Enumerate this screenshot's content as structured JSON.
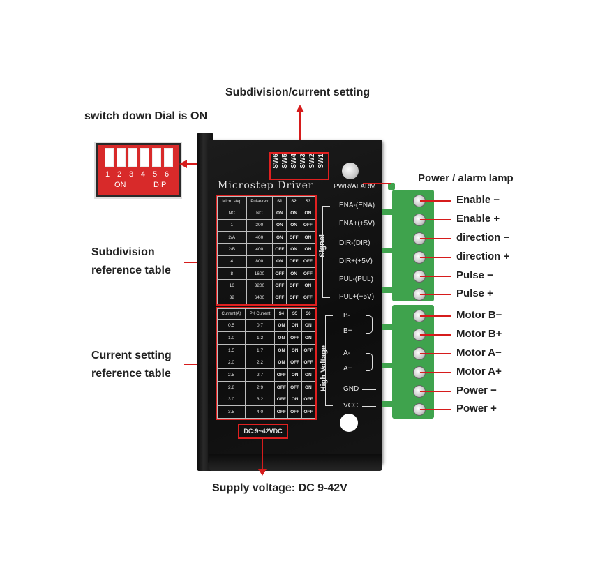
{
  "labels": {
    "subdivision_current_setting": "Subdivision/current setting",
    "switch_down": "switch down Dial is ON",
    "subdivision_table_line1": "Subdivision",
    "subdivision_table_line2": "reference table",
    "current_table_line1": "Current setting",
    "current_table_line2": "reference table",
    "power_alarm_lamp": "Power / alarm lamp",
    "supply_voltage": "Supply voltage: DC 9-42V"
  },
  "dip": {
    "numbers": [
      "1",
      "2",
      "3",
      "4",
      "5",
      "6"
    ],
    "on_label": "ON",
    "dip_label": "DIP"
  },
  "driver": {
    "title": "Microstep Driver",
    "pwr_alarm": "PWR/ALARM",
    "switches": [
      "SW6",
      "SW5",
      "SW4",
      "SW3",
      "SW2",
      "SW1"
    ],
    "signal_label": "Signal",
    "high_voltage_label": "High Voltage",
    "voltage_badge": "DC:9~42VDC",
    "signal_pins": [
      "ENA-(ENA)",
      "ENA+(+5V)",
      "DIR-(DIR)",
      "DIR+(+5V)",
      "PUL-(PUL)",
      "PUL+(+5V)"
    ],
    "power_pins": [
      "B-",
      "B+",
      "A-",
      "A+",
      "GND",
      "VCC"
    ]
  },
  "subdivision_table": {
    "headers": [
      "Micro step",
      "Pulse/rev",
      "S1",
      "S2",
      "S3"
    ],
    "rows": [
      [
        "NC",
        "NC",
        "ON",
        "ON",
        "ON"
      ],
      [
        "1",
        "200",
        "ON",
        "ON",
        "OFF"
      ],
      [
        "2/A",
        "400",
        "ON",
        "OFF",
        "ON"
      ],
      [
        "2/B",
        "400",
        "OFF",
        "ON",
        "ON"
      ],
      [
        "4",
        "800",
        "ON",
        "OFF",
        "OFF"
      ],
      [
        "8",
        "1600",
        "OFF",
        "ON",
        "OFF"
      ],
      [
        "16",
        "3200",
        "OFF",
        "OFF",
        "ON"
      ],
      [
        "32",
        "6400",
        "OFF",
        "OFF",
        "OFF"
      ]
    ]
  },
  "current_table": {
    "headers": [
      "Current(A)",
      "PK Current",
      "S4",
      "S5",
      "S6"
    ],
    "rows": [
      [
        "0.5",
        "0.7",
        "ON",
        "ON",
        "ON"
      ],
      [
        "1.0",
        "1.2",
        "ON",
        "OFF",
        "ON"
      ],
      [
        "1.5",
        "1.7",
        "ON",
        "ON",
        "OFF"
      ],
      [
        "2.0",
        "2.2",
        "ON",
        "OFF",
        "OFF"
      ],
      [
        "2.5",
        "2.7",
        "OFF",
        "ON",
        "ON"
      ],
      [
        "2.8",
        "2.9",
        "OFF",
        "OFF",
        "ON"
      ],
      [
        "3.0",
        "3.2",
        "OFF",
        "ON",
        "OFF"
      ],
      [
        "3.5",
        "4.0",
        "OFF",
        "OFF",
        "OFF"
      ]
    ]
  },
  "terminals": [
    "Enable −",
    "Enable +",
    "direction −",
    "direction +",
    "Pulse −",
    "Pulse +",
    "Motor B−",
    "Motor B+",
    "Motor A−",
    "Motor A+",
    "Power −",
    "Power +"
  ],
  "colors": {
    "accent_red": "#d61c1c",
    "terminal_green": "#3fa34d",
    "driver_black": "#111111"
  }
}
